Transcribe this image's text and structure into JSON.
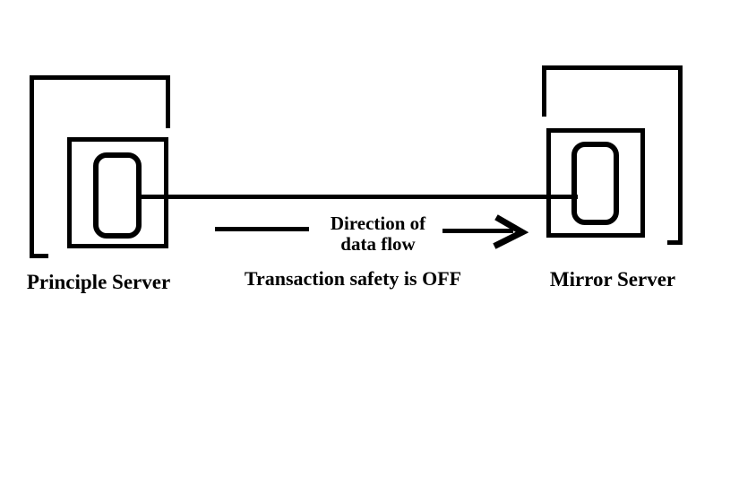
{
  "canvas": {
    "background_color": "#ffffff",
    "ink_color": "#000000"
  },
  "nodes": {
    "principle": {
      "label": "Principle Server"
    },
    "mirror": {
      "label": "Mirror Server"
    }
  },
  "flow": {
    "direction_line1": "Direction of",
    "direction_line2": "data flow",
    "status": "Transaction safety is OFF"
  }
}
